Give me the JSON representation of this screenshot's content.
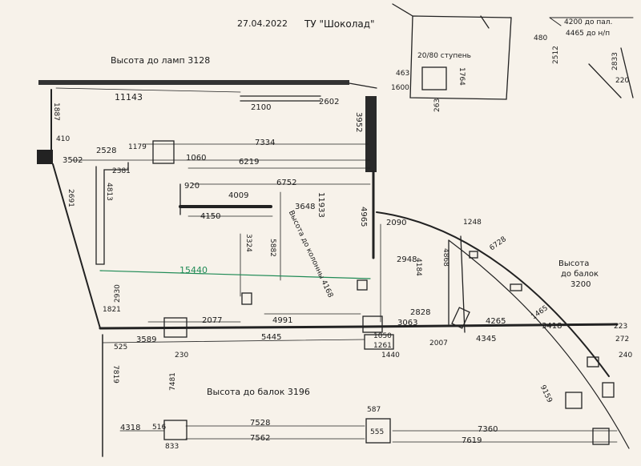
{
  "header": {
    "date": "27.04.2022",
    "title": "ТУ \"Шоколад\""
  },
  "notes": {
    "lamp_height": "Высота до ламп 3128",
    "beam_height_bottom": "Высота до балок 3196",
    "beam_height_right_1": "Высота",
    "beam_height_right_2": "до балок",
    "beam_height_right_3": "3200",
    "column_note": "Высота до колонны 4168"
  },
  "dimensions": {
    "d11143": "11143",
    "d2100": "2100",
    "d2602": "2602",
    "d3952": "3952",
    "d1887": "1887",
    "d410": "410",
    "d3502": "3502",
    "d2528": "2528",
    "d2381": "2381",
    "d1179": "1179",
    "d7334": "7334",
    "d1060": "1060",
    "d6219": "6219",
    "d6752": "6752",
    "d4009": "4009",
    "d4150": "4150",
    "d3648": "3648",
    "d11933": "11933",
    "d920": "920",
    "d15440": "15440",
    "d2090": "2090",
    "d2948": "2948",
    "d4965": "4965",
    "d5445": "5445",
    "d4991": "4991",
    "d2077": "2077",
    "d3589": "3589",
    "d4265": "4265",
    "d4345": "4345",
    "d3063": "3063",
    "d2828": "2828",
    "d2007": "2007",
    "d1440": "1440",
    "d1050": "1050",
    "d1261": "1261",
    "d3418": "3418",
    "d7528": "7528",
    "d7562": "7562",
    "d4318": "4318",
    "d7360": "7360",
    "d7619": "7619",
    "d587": "587",
    "d555": "555",
    "d833": "833",
    "d516": "516",
    "d1248": "1248",
    "d6728": "6728",
    "d1465": "1465",
    "d4200": "4200 до пал.",
    "d4465": "4465 до н/п",
    "d2833": "2833",
    "d480": "480",
    "d220": "220",
    "d2512": "2512",
    "d1764": "1764",
    "d463": "463",
    "d1600": "1600",
    "d20": "20/80 ступень",
    "d263": "263",
    "d9159": "9159",
    "d223": "223",
    "d272": "272",
    "d240": "240",
    "d4868": "4868",
    "d4184": "4184",
    "d2691": "2691",
    "d4813": "4813",
    "d5882": "5882",
    "d3324": "3324",
    "d1821": "1821",
    "d2930": "2930",
    "d525": "525",
    "d230": "230",
    "d7819": "7819",
    "d7481": "7481"
  }
}
